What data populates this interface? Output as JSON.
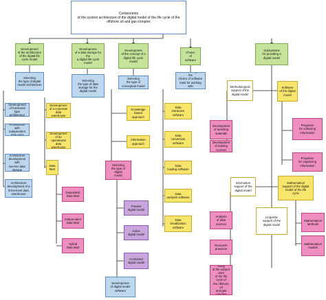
{
  "root": "Components\nof the system architecture of the digital model of the life cycle of the\noffshore oil and gas complex",
  "branches": [
    "Development\nof the architecture\nof the digital life\ncycle model",
    "Development\nof a data storage for the\na digital life cycle\nmodel",
    "Development\nof the concept of a\ndigital life cycle\nmodel",
    "Choice\nof\nsoftware",
    "Subsystems\nfor providing a\ndigital model"
  ],
  "selecting_arch": "Selecting\nthe type of digital\nmodel architecture",
  "selecting_storage": "Selecting\nthe type of data\nstorage for the\ndigital model",
  "selecting_concept": "Selecting\nthe type of\nconceptual model",
  "selecting_software": "Selecting\nthe\nchoice of software\ntools for working with\nBig Data",
  "arch_items": [
    "Development\nof functional type\narchitecture",
    "Architecture\nwith independent\ndata mart",
    "Architecture\ndevelopment with\ntwo-tier data\nstorage",
    "Architecture\ndevelopment of a\nthree-level data\nwarehouse"
  ],
  "storage_items": [
    "Development\nof a corporate data\nwarehouse",
    "Development\nof an operational\ndata warehouse"
  ],
  "data_mart": "Data\nMart",
  "data_mart_items": [
    "Dependent\nData Mart",
    "Independent\nData Mart",
    "Hybrid\nData Mart"
  ],
  "concept_items": [
    "Knowledge\nbased approach",
    "Information\napproach"
  ],
  "selecting_model": "Selecting\nthe type of digital\nmodel",
  "model_items": [
    "Passive\ndigital model",
    "Active\ndigital model",
    "Combined\ndigital model"
  ],
  "model_software": "Development\nof digital model\nsoftware",
  "software_items": [
    "Data\nextraction\nsoftware",
    "Data\nconversion\nsoftware",
    "Data\nloading software",
    "Data\nanalysis software",
    "Data\nvisualization\nsoftware"
  ],
  "methodological": "Methodological\nsupport of the\ndigital model",
  "software_support": "Software\nof the digital\nmodel",
  "programs": [
    "Programs\nfor collecting\ninformation",
    "Programs\nfor organizing\ninformation"
  ],
  "training_items": [
    "Development\nof teaching\nmaterials",
    "Development\nof training courses"
  ],
  "info_support": "Information\nsupport of the\ndigital model",
  "math_support": "Mathematical\nsupport of the digital\nmodel of the life\ncycle",
  "math_items": [
    "Mathematical\nMethods",
    "Mathematical\nmodels"
  ],
  "info_items": [
    "Analysis\nof data sources",
    "Research\npractices",
    "Study\nof the subject area\nof the life cycle of\nthe offshore oil\nand gas complex"
  ],
  "linguistic": "Linguistic\nsupport of the\ndigital model"
}
